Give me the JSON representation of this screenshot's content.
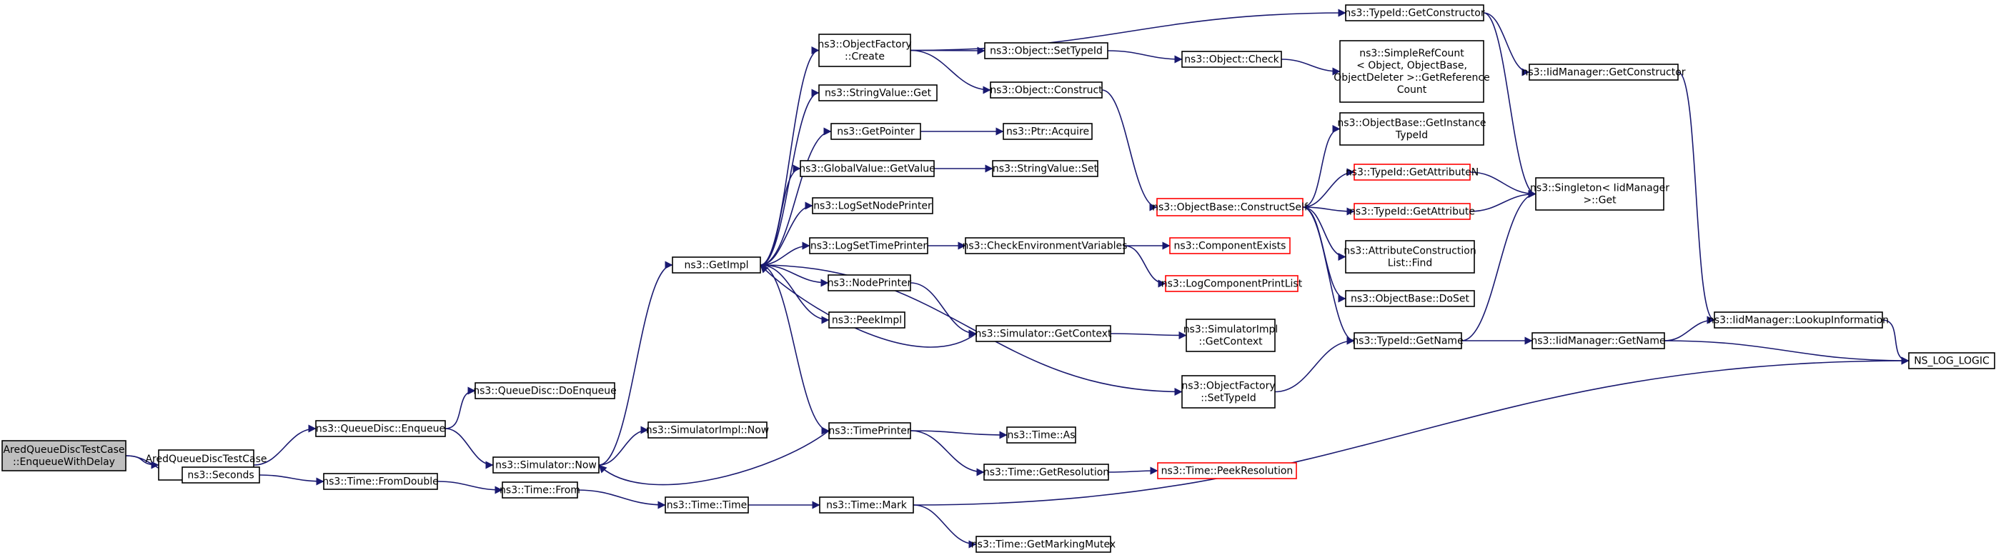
{
  "colors": {
    "edge": "#191970",
    "root_fill": "#bfbfbf",
    "node_fill": "#ffffff",
    "node_border": "#000000",
    "truncated_border": "#ff0000"
  },
  "nodes": [
    {
      "id": "root",
      "lines": [
        "AredQueueDiscTestCase",
        "::EnqueueWithDelay"
      ],
      "style": "root"
    },
    {
      "id": "enqueue_tc",
      "lines": [
        "AredQueueDiscTestCase",
        "::Enqueue"
      ]
    },
    {
      "id": "qd_enqueue",
      "lines": [
        "ns3::QueueDisc::Enqueue"
      ]
    },
    {
      "id": "qd_doenqueue",
      "lines": [
        "ns3::QueueDisc::DoEnqueue"
      ]
    },
    {
      "id": "sim_now",
      "lines": [
        "ns3::Simulator::Now"
      ]
    },
    {
      "id": "simimpl_now",
      "lines": [
        "ns3::SimulatorImpl::Now"
      ]
    },
    {
      "id": "seconds",
      "lines": [
        "ns3::Seconds"
      ]
    },
    {
      "id": "fromdouble",
      "lines": [
        "ns3::Time::FromDouble"
      ]
    },
    {
      "id": "from",
      "lines": [
        "ns3::Time::From"
      ]
    },
    {
      "id": "time_time",
      "lines": [
        "ns3::Time::Time"
      ]
    },
    {
      "id": "mark",
      "lines": [
        "ns3::Time::Mark"
      ]
    },
    {
      "id": "getmutex",
      "lines": [
        "ns3::Time::GetMarkingMutex"
      ]
    },
    {
      "id": "getimpl",
      "lines": [
        "ns3::GetImpl"
      ]
    },
    {
      "id": "of_create",
      "lines": [
        "ns3::ObjectFactory",
        "::Create"
      ]
    },
    {
      "id": "sv_get",
      "lines": [
        "ns3::StringValue::Get"
      ]
    },
    {
      "id": "getpointer",
      "lines": [
        "ns3::GetPointer"
      ]
    },
    {
      "id": "gv_getvalue",
      "lines": [
        "ns3::GlobalValue::GetValue"
      ]
    },
    {
      "id": "lognodeprinter",
      "lines": [
        "ns3::LogSetNodePrinter"
      ]
    },
    {
      "id": "logtimeprinter",
      "lines": [
        "ns3::LogSetTimePrinter"
      ]
    },
    {
      "id": "nodeprinter",
      "lines": [
        "ns3::NodePrinter"
      ]
    },
    {
      "id": "peekimpl",
      "lines": [
        "ns3::PeekImpl"
      ]
    },
    {
      "id": "timeprinter",
      "lines": [
        "ns3::TimePrinter"
      ]
    },
    {
      "id": "typeid_getctor",
      "lines": [
        "ns3::TypeId::GetConstructor"
      ]
    },
    {
      "id": "obj_settypeid",
      "lines": [
        "ns3::Object::SetTypeId"
      ]
    },
    {
      "id": "obj_check",
      "lines": [
        "ns3::Object::Check"
      ]
    },
    {
      "id": "simplerefcount",
      "lines": [
        "ns3::SimpleRefCount",
        "< Object, ObjectBase,",
        "ObjectDeleter >::GetReference",
        "Count"
      ]
    },
    {
      "id": "obj_construct",
      "lines": [
        "ns3::Object::Construct"
      ]
    },
    {
      "id": "ptr_acquire",
      "lines": [
        "ns3::Ptr::Acquire"
      ]
    },
    {
      "id": "sv_set",
      "lines": [
        "ns3::StringValue::Set"
      ]
    },
    {
      "id": "checkenv",
      "lines": [
        "ns3::CheckEnvironmentVariables"
      ]
    },
    {
      "id": "sim_getcontext",
      "lines": [
        "ns3::Simulator::GetContext"
      ]
    },
    {
      "id": "of_settypeid",
      "lines": [
        "ns3::ObjectFactory",
        "::SetTypeId"
      ]
    },
    {
      "id": "time_as",
      "lines": [
        "ns3::Time::As"
      ]
    },
    {
      "id": "time_getres",
      "lines": [
        "ns3::Time::GetResolution"
      ]
    },
    {
      "id": "ob_constructself",
      "lines": [
        "ns3::ObjectBase::ConstructSelf"
      ],
      "style": "red"
    },
    {
      "id": "compexists",
      "lines": [
        "ns3::ComponentExists"
      ],
      "style": "red"
    },
    {
      "id": "logcomplist",
      "lines": [
        "ns3::LogComponentPrintList"
      ],
      "style": "red"
    },
    {
      "id": "simimpl_getcontext",
      "lines": [
        "ns3::SimulatorImpl",
        "::GetContext"
      ]
    },
    {
      "id": "peekres",
      "lines": [
        "ns3::Time::PeekResolution"
      ],
      "style": "red"
    },
    {
      "id": "ob_getinstancetypeid",
      "lines": [
        "ns3::ObjectBase::GetInstance",
        "TypeId"
      ]
    },
    {
      "id": "typeid_getattrn",
      "lines": [
        "ns3::TypeId::GetAttributeN"
      ],
      "style": "red"
    },
    {
      "id": "typeid_getattr",
      "lines": [
        "ns3::TypeId::GetAttribute"
      ],
      "style": "red"
    },
    {
      "id": "attrlistfind",
      "lines": [
        "ns3::AttributeConstruction",
        "List::Find"
      ]
    },
    {
      "id": "ob_doset",
      "lines": [
        "ns3::ObjectBase::DoSet"
      ]
    },
    {
      "id": "typeid_getname",
      "lines": [
        "ns3::TypeId::GetName"
      ]
    },
    {
      "id": "iid_getctor",
      "lines": [
        "ns3::IidManager::GetConstructor"
      ]
    },
    {
      "id": "singleton_get",
      "lines": [
        "ns3::Singleton< IidManager",
        ">::Get"
      ]
    },
    {
      "id": "iid_getname",
      "lines": [
        "ns3::IidManager::GetName"
      ]
    },
    {
      "id": "iid_lookup",
      "lines": [
        "ns3::IidManager::LookupInformation"
      ]
    },
    {
      "id": "ns_log_logic",
      "lines": [
        "NS_LOG_LOGIC"
      ]
    }
  ],
  "edges": [
    [
      "root",
      "enqueue_tc"
    ],
    [
      "root",
      "seconds"
    ],
    [
      "enqueue_tc",
      "qd_enqueue"
    ],
    [
      "qd_enqueue",
      "qd_doenqueue"
    ],
    [
      "qd_enqueue",
      "sim_now"
    ],
    [
      "sim_now",
      "simimpl_now"
    ],
    [
      "sim_now",
      "getimpl"
    ],
    [
      "seconds",
      "fromdouble"
    ],
    [
      "fromdouble",
      "from"
    ],
    [
      "from",
      "time_time"
    ],
    [
      "time_time",
      "mark"
    ],
    [
      "mark",
      "getmutex"
    ],
    [
      "mark",
      "ns_log_logic"
    ],
    [
      "getimpl",
      "of_create"
    ],
    [
      "getimpl",
      "sv_get"
    ],
    [
      "getimpl",
      "getpointer"
    ],
    [
      "getimpl",
      "gv_getvalue"
    ],
    [
      "getimpl",
      "lognodeprinter"
    ],
    [
      "getimpl",
      "logtimeprinter"
    ],
    [
      "getimpl",
      "nodeprinter"
    ],
    [
      "getimpl",
      "peekimpl"
    ],
    [
      "getimpl",
      "timeprinter"
    ],
    [
      "getimpl",
      "of_settypeid"
    ],
    [
      "of_create",
      "typeid_getctor"
    ],
    [
      "of_create",
      "obj_settypeid"
    ],
    [
      "of_create",
      "obj_construct"
    ],
    [
      "obj_settypeid",
      "obj_check"
    ],
    [
      "obj_check",
      "simplerefcount"
    ],
    [
      "getpointer",
      "ptr_acquire"
    ],
    [
      "gv_getvalue",
      "sv_set"
    ],
    [
      "logtimeprinter",
      "checkenv"
    ],
    [
      "checkenv",
      "compexists"
    ],
    [
      "checkenv",
      "logcomplist"
    ],
    [
      "nodeprinter",
      "sim_getcontext"
    ],
    [
      "sim_getcontext",
      "getimpl"
    ],
    [
      "sim_getcontext",
      "simimpl_getcontext"
    ],
    [
      "timeprinter",
      "sim_now"
    ],
    [
      "timeprinter",
      "time_as"
    ],
    [
      "timeprinter",
      "time_getres"
    ],
    [
      "time_getres",
      "peekres"
    ],
    [
      "obj_construct",
      "ob_constructself"
    ],
    [
      "ob_constructself",
      "ob_getinstancetypeid"
    ],
    [
      "ob_constructself",
      "typeid_getattrn"
    ],
    [
      "ob_constructself",
      "typeid_getattr"
    ],
    [
      "ob_constructself",
      "attrlistfind"
    ],
    [
      "ob_constructself",
      "ob_doset"
    ],
    [
      "ob_constructself",
      "typeid_getname"
    ],
    [
      "of_settypeid",
      "typeid_getname"
    ],
    [
      "typeid_getctor",
      "iid_getctor"
    ],
    [
      "typeid_getctor",
      "singleton_get"
    ],
    [
      "typeid_getattrn",
      "singleton_get"
    ],
    [
      "typeid_getattr",
      "singleton_get"
    ],
    [
      "typeid_getname",
      "singleton_get"
    ],
    [
      "typeid_getname",
      "iid_getname"
    ],
    [
      "iid_getctor",
      "iid_lookup"
    ],
    [
      "iid_getname",
      "iid_lookup"
    ],
    [
      "iid_getname",
      "ns_log_logic"
    ],
    [
      "iid_lookup",
      "ns_log_logic"
    ]
  ]
}
